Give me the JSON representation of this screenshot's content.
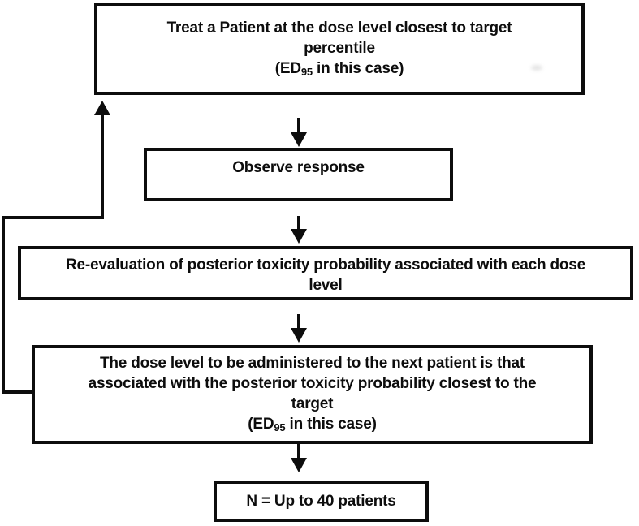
{
  "colors": {
    "ink": "#0d0d0d",
    "paper": "#ffffff"
  },
  "boxes": {
    "treat": {
      "lines": [
        "Treat a Patient at the dose level closest to target",
        "percentile"
      ],
      "ed": {
        "pre": "(ED",
        "sub": "95",
        "post": " in this case)"
      }
    },
    "observe": {
      "text": "Observe response"
    },
    "reeval": {
      "lines": [
        "Re-evaluation of posterior toxicity probability associated with each dose",
        "level"
      ]
    },
    "next_dose": {
      "lines": [
        "The dose level to be administered to the next patient is that",
        "associated with the posterior toxicity probability closest to the",
        "target"
      ],
      "ed": {
        "pre": "(ED",
        "sub": "95",
        "post": " in this case)"
      }
    },
    "sample_size": {
      "text": "N = Up to 40 patients"
    }
  }
}
